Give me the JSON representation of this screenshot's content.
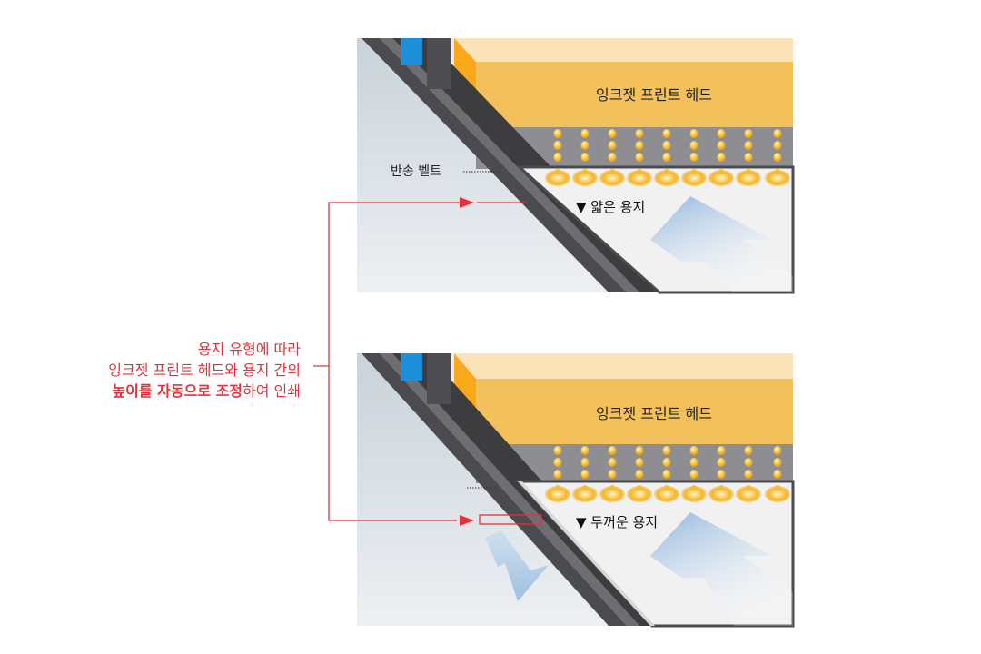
{
  "panels": [
    {
      "head_label": "잉크젯 프린트 헤드",
      "belt_label": "반송 벨트",
      "paper_label": "▼ 얇은 용지"
    },
    {
      "head_label": "잉크젯 프린트 헤드",
      "paper_label": "▼ 두꺼운 용지"
    }
  ],
  "caption": {
    "line1": "용지 유형에 따라",
    "line2": "잉크젯 프린트 헤드와 용지 간의",
    "line3_bold": "높이를 자동으로 조정",
    "line3_rest": "하여 인쇄"
  },
  "colors": {
    "head": "#f2c15c",
    "head_top": "#fbe3b8",
    "head_side": "#f9a91a",
    "belt_dark": "#4b4b4f",
    "belt_gray": "#8e8e92",
    "blue_bar": "#1d8fd8",
    "accent_red": "#e8303a",
    "arrow_blue": "#a9c7e4",
    "bg_left": "#d3dbe2",
    "bg_right": "#ecedee",
    "ink_drop": "#f5b21c"
  }
}
